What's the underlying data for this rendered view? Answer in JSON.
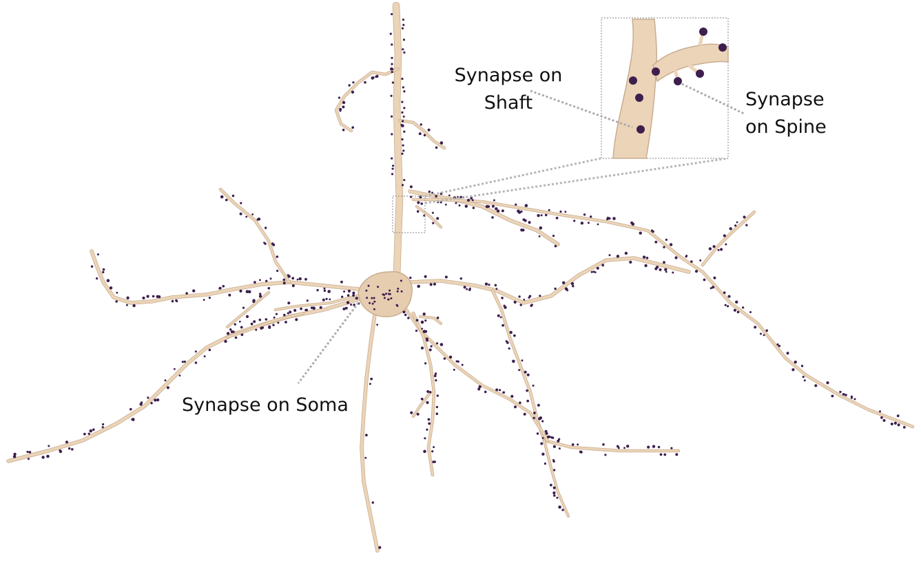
{
  "labels": {
    "synapse_on_shaft": [
      "Synapse on",
      "Shaft"
    ],
    "synapse_on_spine": [
      "Synapse",
      "on Spine"
    ],
    "synapse_on_soma": "Synapse on Soma"
  },
  "colors": {
    "neuron": "#ebd4b8",
    "neuron_edge": "#c8ad8f",
    "synapse": "#3d1f4e",
    "callout_line": "#aaaaaa",
    "inset_border": "#9a9a9a"
  }
}
